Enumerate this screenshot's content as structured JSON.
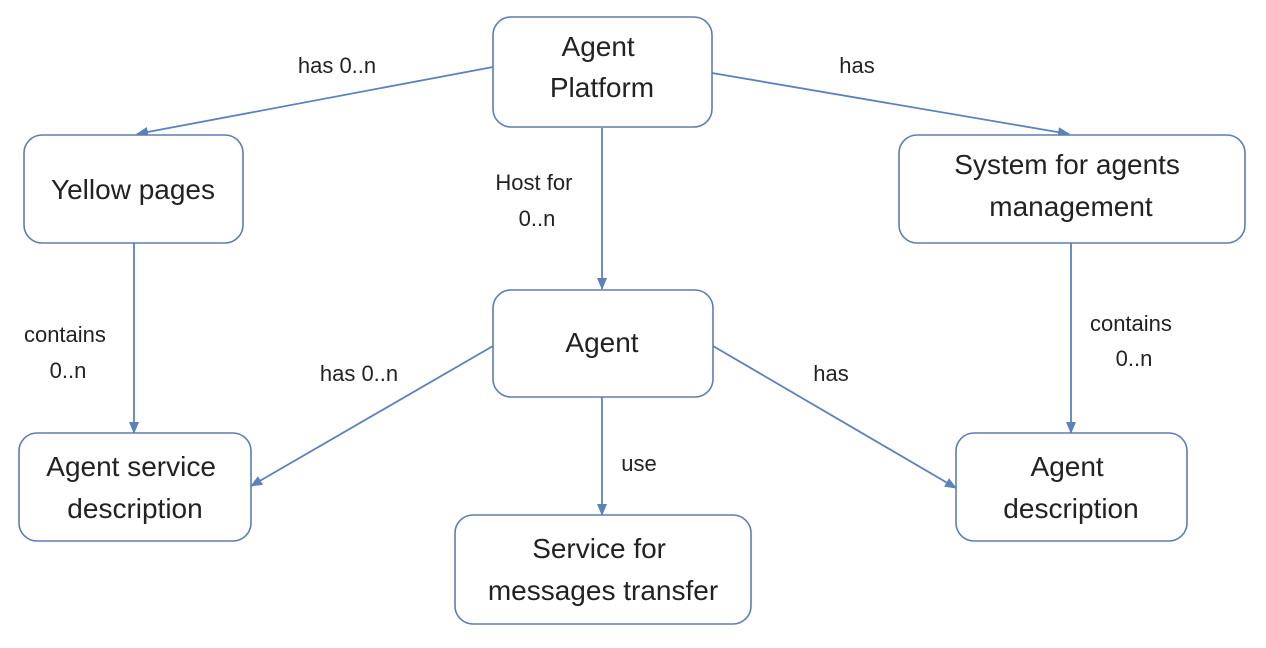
{
  "nodes": {
    "agent_platform": [
      "Agent",
      "Platform"
    ],
    "yellow_pages": [
      "Yellow pages"
    ],
    "system_agents_mgmt": [
      "System for agents",
      "management"
    ],
    "agent": [
      "Agent"
    ],
    "agent_service_description": [
      "Agent service",
      "description"
    ],
    "service_messages_transfer": [
      "Service for",
      "messages transfer"
    ],
    "agent_description": [
      "Agent",
      "description"
    ]
  },
  "edges": {
    "platform_to_yellow_pages": [
      "has 0..n"
    ],
    "platform_to_system": [
      "has"
    ],
    "platform_to_agent": [
      "Host for",
      "0..n"
    ],
    "yellow_pages_to_service_desc": [
      "contains",
      "0..n"
    ],
    "system_to_agent_desc": [
      "contains",
      "0..n"
    ],
    "agent_to_service_desc": [
      "has 0..n"
    ],
    "agent_to_agent_desc": [
      "has"
    ],
    "agent_to_messages": [
      "use"
    ]
  },
  "colors": {
    "box_stroke": "#5d7fae",
    "arrow": "#5b82bd",
    "text": "#222222",
    "background": "#ffffff"
  }
}
